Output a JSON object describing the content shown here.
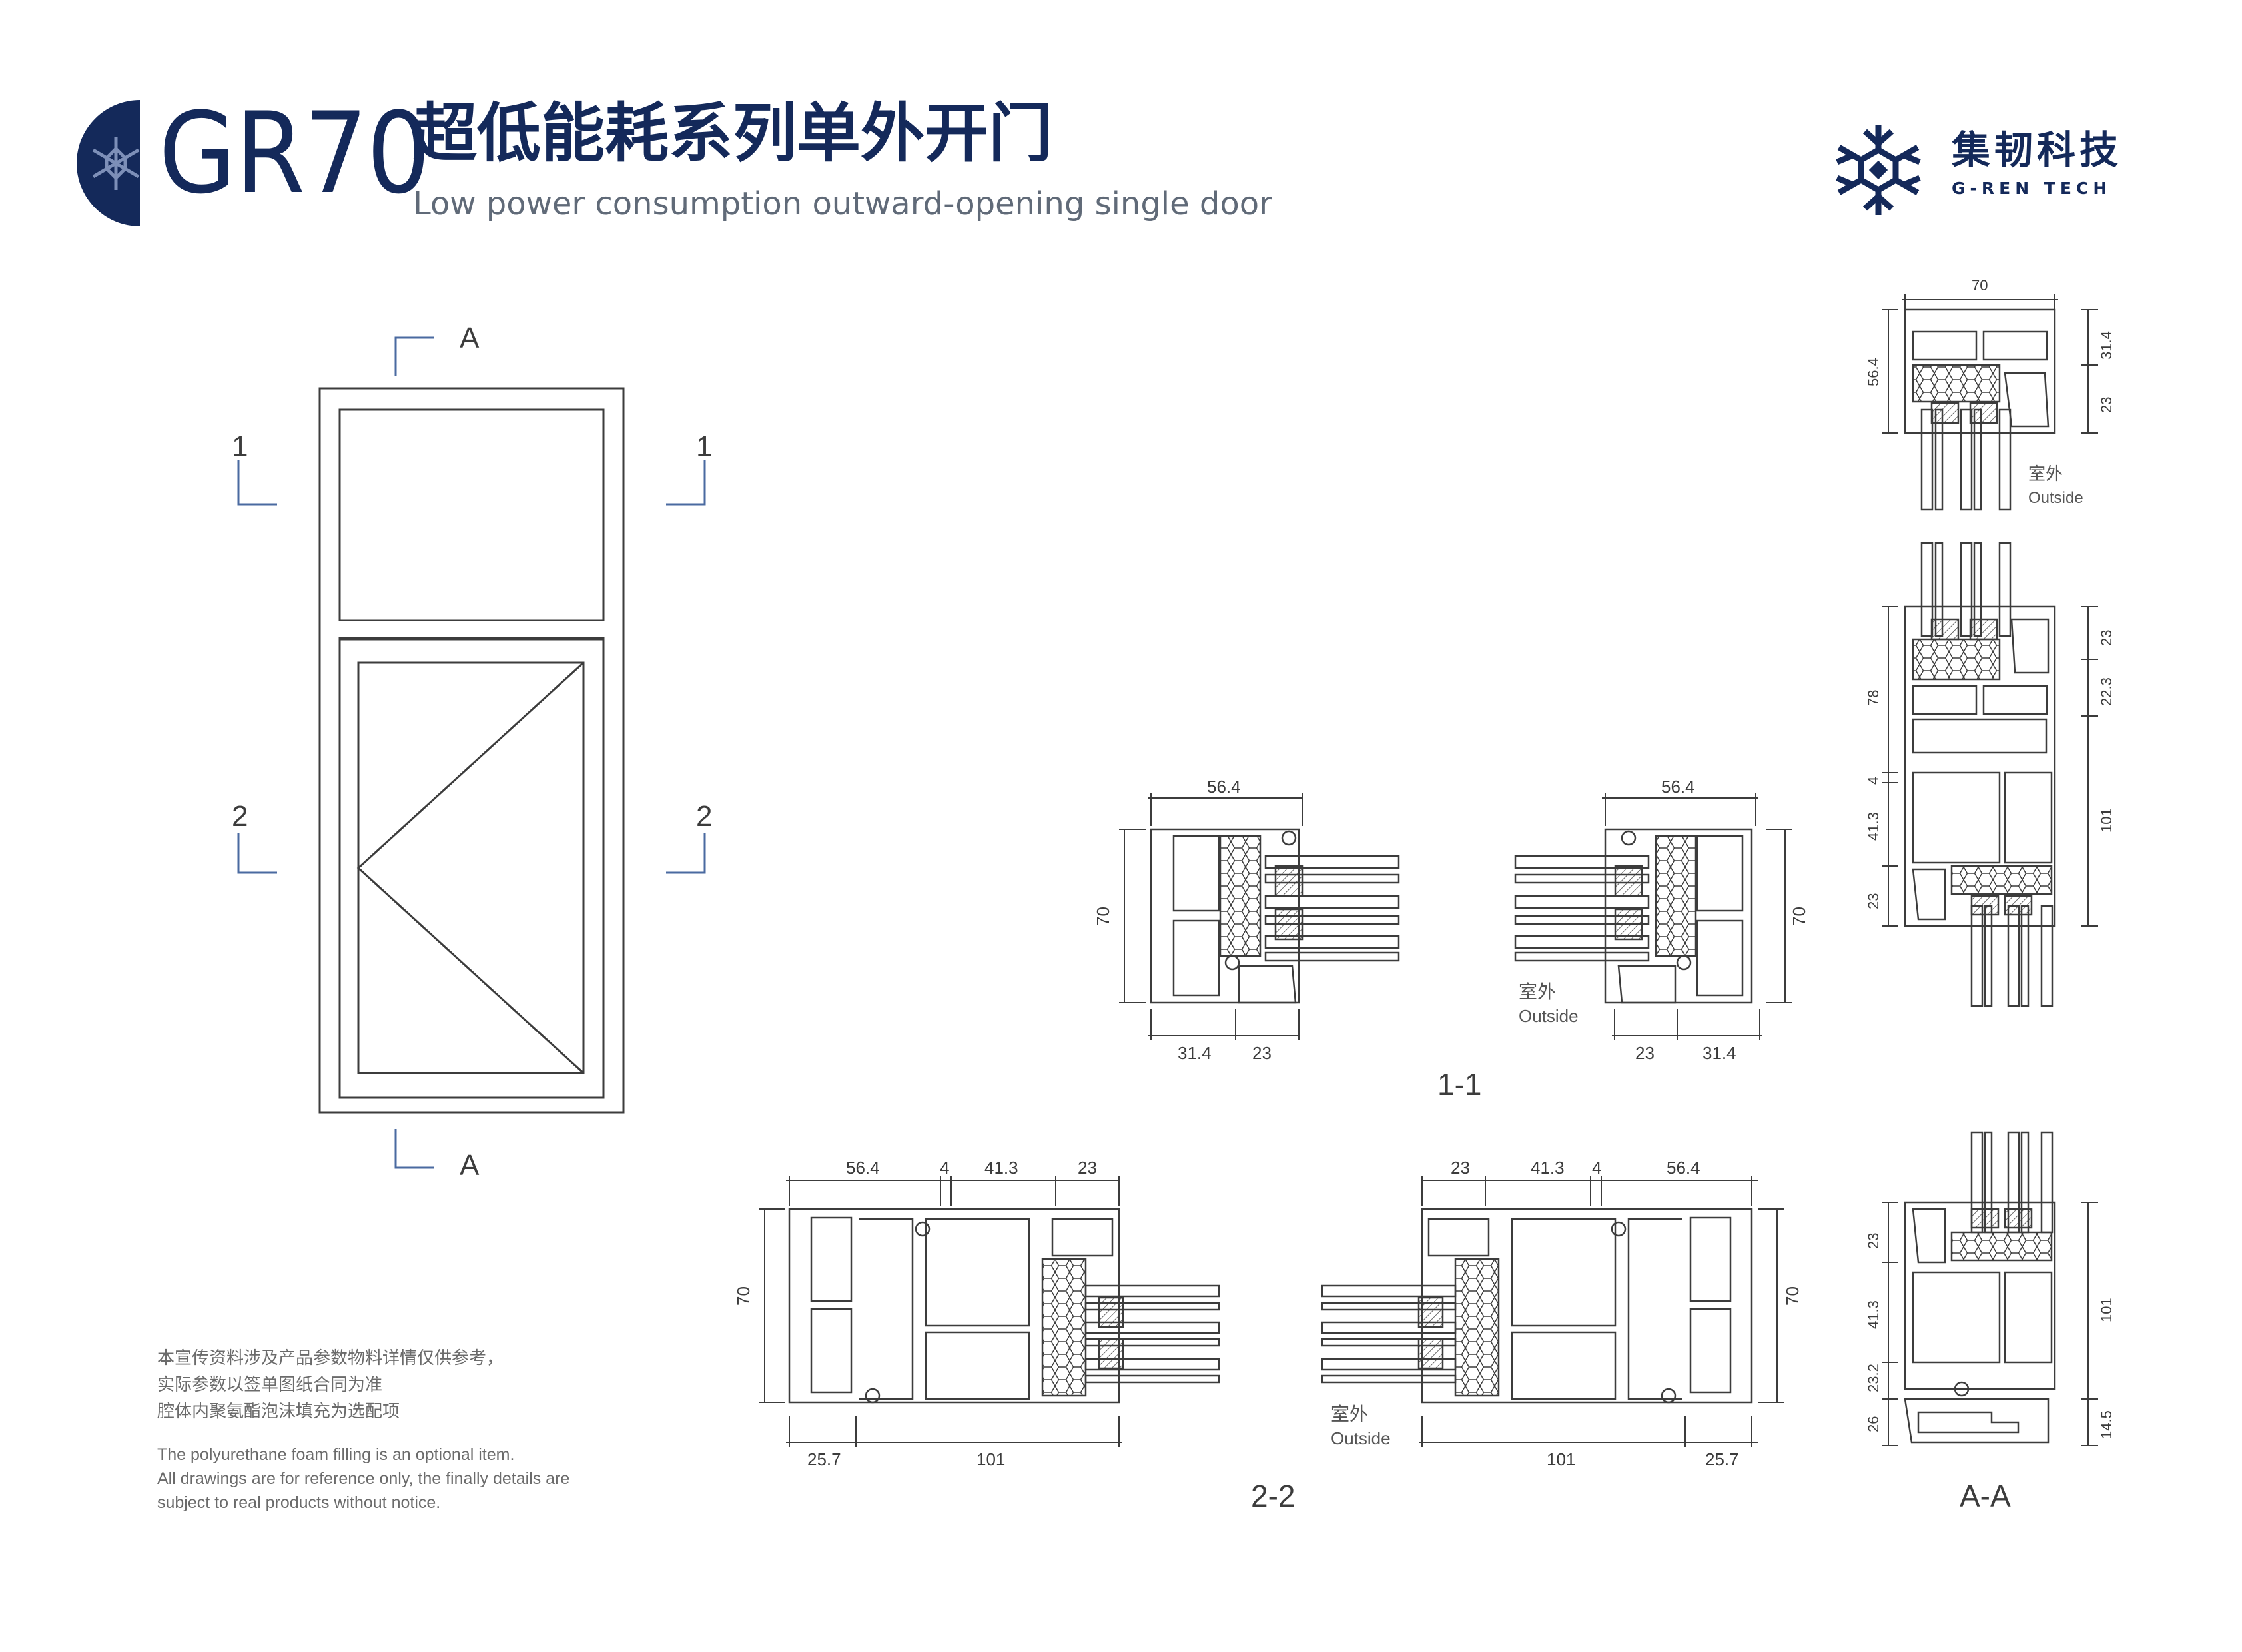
{
  "header": {
    "model": "GR70",
    "title_cn": "超低能耗系列单外开门",
    "title_en": "Low power consumption outward-opening single door"
  },
  "brand": {
    "name_cn": "集韧科技",
    "name_en": "G-REN TECH"
  },
  "elevation": {
    "section_a_top": "A",
    "section_a_bottom": "A",
    "section_1_left": "1",
    "section_1_right": "1",
    "section_2_left": "2",
    "section_2_right": "2"
  },
  "section_1_1": {
    "caption": "1-1",
    "left": {
      "dim_top": "56.4",
      "dim_height": "70",
      "dim_bottom_a": "31.4",
      "dim_bottom_b": "23"
    },
    "right": {
      "dim_top": "56.4",
      "dim_height": "70",
      "dim_bottom_a": "23",
      "dim_bottom_b": "31.4",
      "outside_cn": "室外",
      "outside_en": "Outside"
    }
  },
  "section_2_2": {
    "caption": "2-2",
    "left": {
      "dim_top": [
        "56.4",
        "4",
        "41.3",
        "23"
      ],
      "dim_height": "70",
      "dim_bottom": [
        "25.7",
        "101"
      ]
    },
    "right": {
      "dim_top": [
        "23",
        "41.3",
        "4",
        "56.4"
      ],
      "dim_height": "70",
      "dim_bottom": [
        "101",
        "25.7"
      ],
      "outside_cn": "室外",
      "outside_en": "Outside"
    }
  },
  "section_a_a": {
    "caption": "A-A",
    "top": {
      "dim_top": "70",
      "dim_left": "56.4",
      "dim_right_a": "31.4",
      "dim_right_b": "23",
      "outside_cn": "室外",
      "outside_en": "Outside"
    },
    "middle": {
      "dim_left_a": "78",
      "dim_left_b": "4",
      "dim_left_c": "41.3",
      "dim_left_d": "23",
      "dim_right_a": "23",
      "dim_right_b": "22.3",
      "dim_right_c": "101"
    },
    "bottom": {
      "dim_left_a": "23",
      "dim_left_b": "41.3",
      "dim_left_c": "23.2",
      "dim_left_d": "26",
      "dim_right_a": "101",
      "dim_right_b": "14.5"
    }
  },
  "notes": {
    "cn_line1": "本宣传资料涉及产品参数物料详情仅供参考，",
    "cn_line2": "实际参数以签单图纸合同为准",
    "cn_line3": "腔体内聚氨酯泡沫填充为选配项",
    "en_line1": "The polyurethane foam filling is an optional item.",
    "en_line2": "All drawings are for reference only, the finally details are",
    "en_line3": "subject to real products without notice."
  },
  "colors": {
    "navy": "#14295a",
    "line": "#3c3c3c",
    "marker": "#4a6aa0"
  }
}
